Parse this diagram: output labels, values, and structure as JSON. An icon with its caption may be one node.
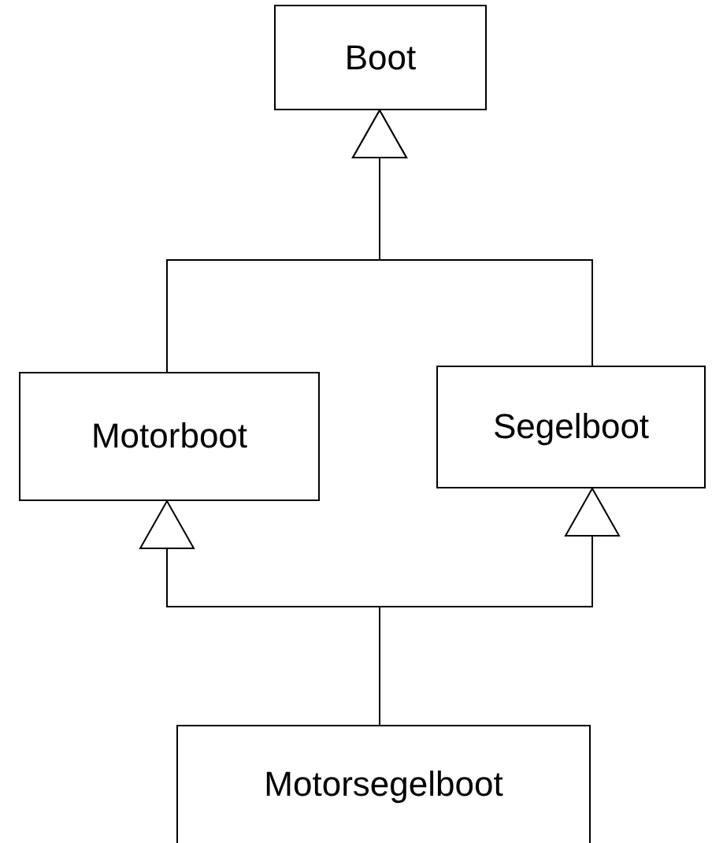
{
  "diagram": {
    "nodes": [
      {
        "text": [
          "Boot"
        ]
      },
      {
        "text": [
          "Motorboot"
        ]
      },
      {
        "text": [
          "Segelboot"
        ]
      },
      {
        "text": [
          "Motorsegelboot"
        ]
      }
    ],
    "edges": [
      {
        "from": 1,
        "to": 0,
        "arrow": "to"
      },
      {
        "from": 2,
        "to": 0,
        "arrow": "to"
      },
      {
        "from": 3,
        "to": 1,
        "arrow": "to"
      },
      {
        "from": 3,
        "to": 2,
        "arrow": "to"
      }
    ]
  }
}
